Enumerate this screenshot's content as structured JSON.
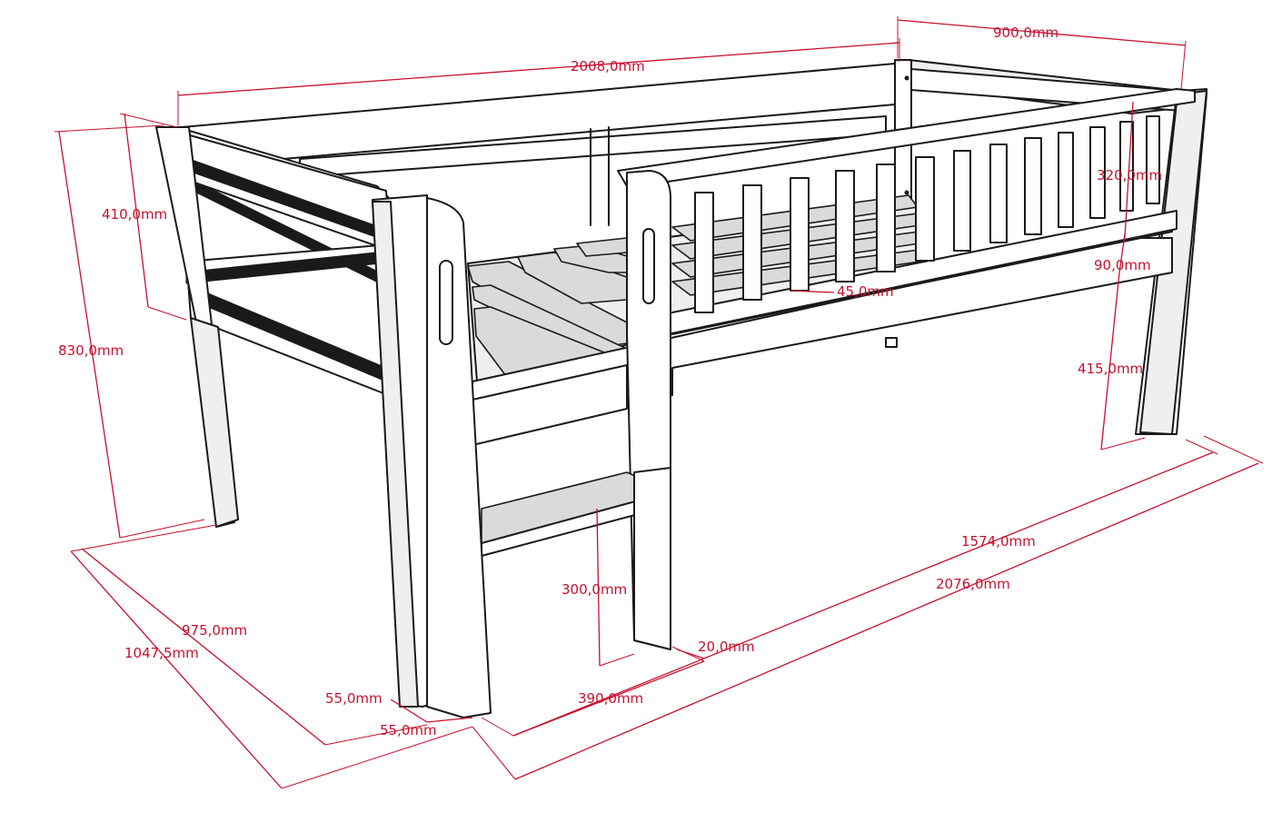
{
  "dimensions": {
    "total_length_top": "2008,0mm",
    "total_width_top": "900,0mm",
    "total_height": "830,0mm",
    "headboard_height": "410,0mm",
    "rail_height": "320,0mm",
    "rail_board_height": "90,0mm",
    "leg_clearance": "415,0mm",
    "baluster_gap": "45,0mm",
    "step_height": "300,0mm",
    "step_offset": "20,0mm",
    "ladder_width": "390,0mm",
    "post_width_a": "55,0mm",
    "post_width_b": "55,0mm",
    "inner_width": "975,0mm",
    "outer_width": "1047,5mm",
    "rail_length": "1574,0mm",
    "total_length_bottom": "2076,0mm"
  },
  "colors": {
    "dimension": "#c8102e",
    "outline": "#1a1a1a",
    "slat_fill": "#dadada"
  }
}
